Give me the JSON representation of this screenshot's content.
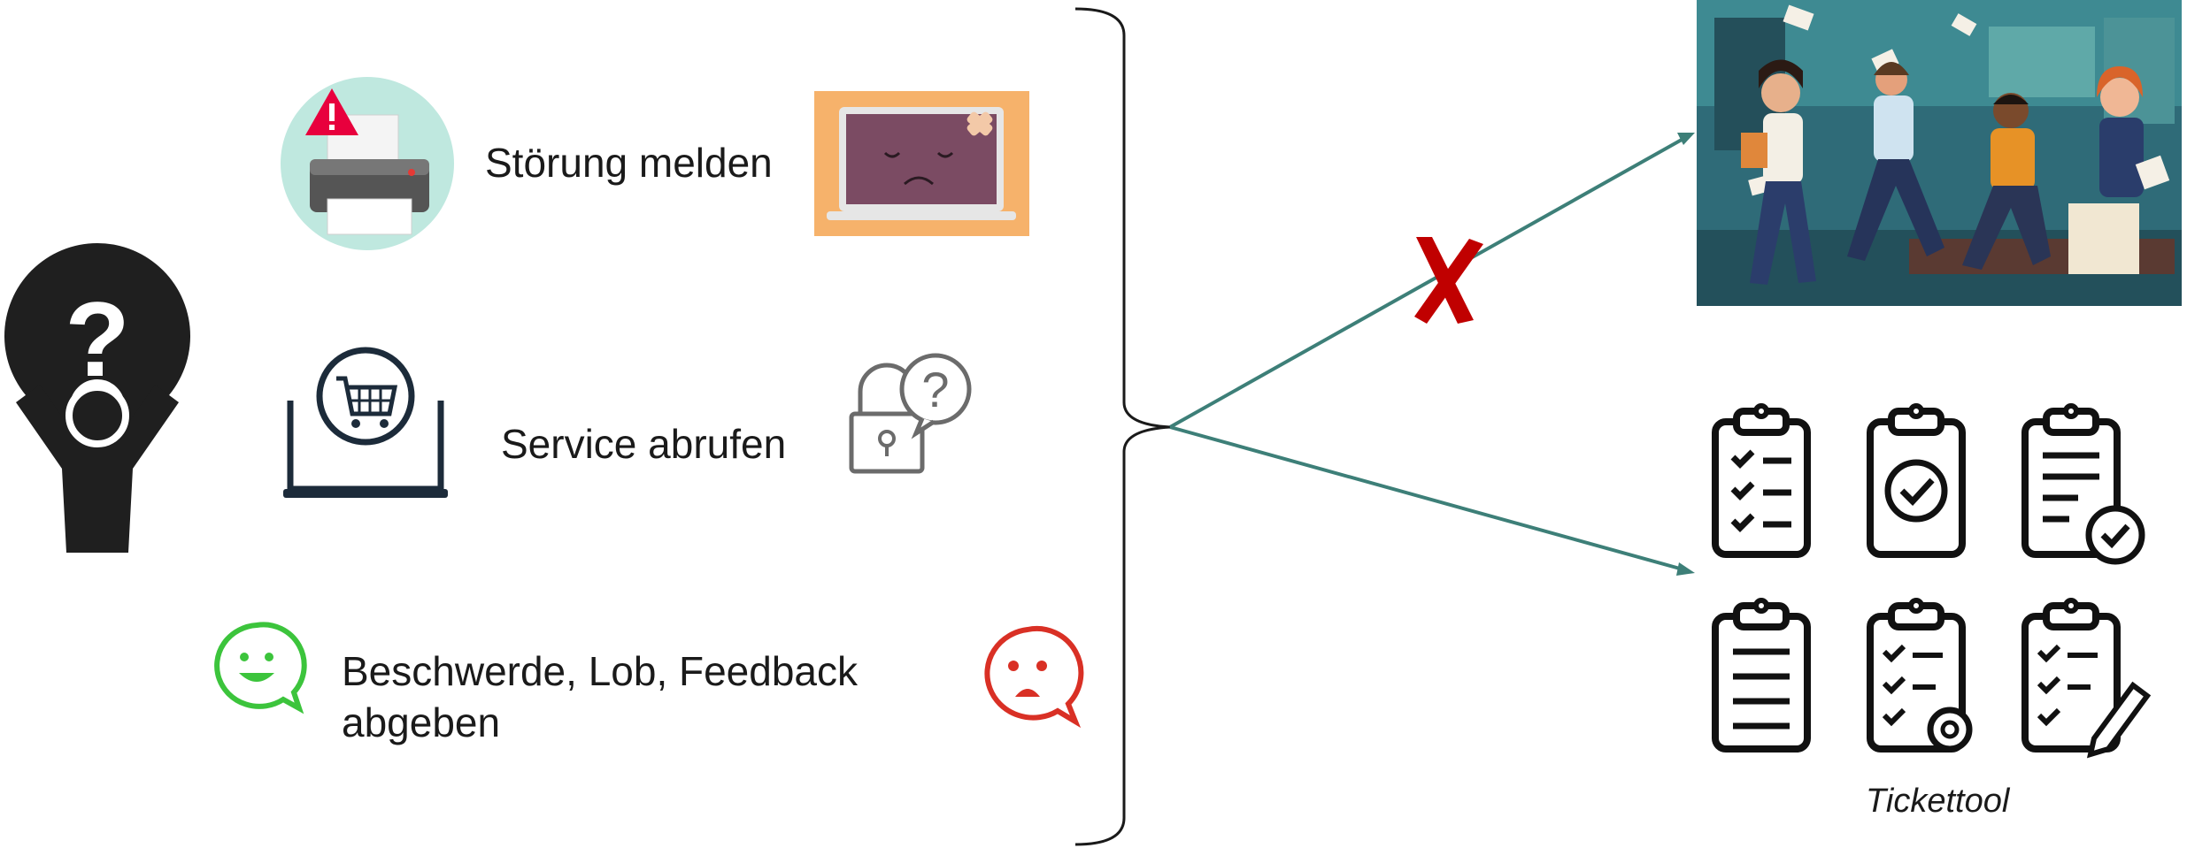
{
  "items": [
    {
      "label": "Störung melden"
    },
    {
      "label": "Service abrufen"
    },
    {
      "label_line1": "Beschwerde, Lob, Feedback",
      "label_line2": "abgeben"
    }
  ],
  "tickettool": {
    "caption": "Tickettool"
  },
  "colors": {
    "arrow": "#3d7f78",
    "cross": "#c00000",
    "dark": "#1f1f1f",
    "printer_bg": "#bfe8df",
    "laptop_bg": "#f6b26b",
    "laptop_screen": "#7b4b63",
    "happy": "#3cc43c",
    "sad": "#d93025"
  },
  "icons": {
    "person": "person-question-icon",
    "printer": "printer-warning-icon",
    "broken_laptop": "sad-laptop-icon",
    "shop_laptop": "laptop-cart-icon",
    "lock": "lock-question-icon",
    "happy": "happy-chat-icon",
    "sad": "sad-chat-icon"
  }
}
